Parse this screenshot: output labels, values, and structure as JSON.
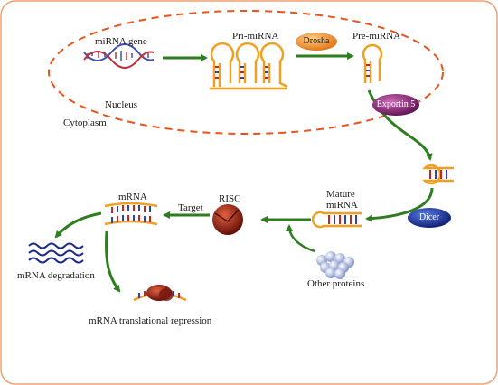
{
  "labels": {
    "mirna_gene": "miRNA gene",
    "pri_mirna": "Pri-miRNA",
    "pre_mirna": "Pre-miRNA",
    "nucleus": "Nucleus",
    "cytoplasm": "Cytoplasm",
    "mature_mirna_line1": "Mature",
    "mature_mirna_line2": "miRNA",
    "risc": "RISC",
    "target": "Target",
    "mrna": "mRNA",
    "mrna_degradation": "mRNA degradation",
    "mrna_translational_repression": "mRNA translational repression",
    "other_proteins": "Other proteins"
  },
  "enzymes": {
    "drosha": "Drosha",
    "exportin": "Exportin 5",
    "dicer": "Dicer"
  },
  "colors": {
    "frame_border": "#f0a070",
    "nucleus_dash": "#e8541c",
    "arrow": "#2e7d1e",
    "rna_strand": "#f0a020",
    "base_red": "#d02020",
    "base_blue": "#3040c0",
    "drosha": "#f08a20",
    "exportin": "#8a2a7a",
    "dicer": "#1a3aa0",
    "risc": "#8a1a10",
    "dna_red": "#c0303a",
    "dna_blue": "#4050b0"
  }
}
